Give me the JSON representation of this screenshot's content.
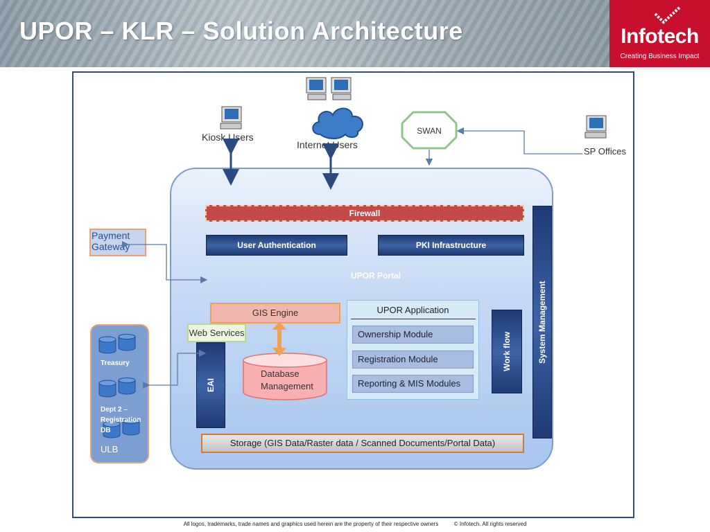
{
  "slide": {
    "title": "UPOR – KLR – Solution Architecture",
    "logo_name": "Infotech",
    "logo_tagline": "Creating Business Impact",
    "footer_left": "All logos, trademarks, trade names and graphics used herein are the property of their respective owners",
    "footer_right": "© Infotech. All rights reserved"
  },
  "diagram": {
    "kiosk_users": "Kiosk Users",
    "internet_users": "Internet Users",
    "swan": "SWAN",
    "sp_offices": "SP Offices",
    "firewall": "Firewall",
    "user_auth": "User Authentication",
    "pki": "PKI Infrastructure",
    "portal": "UPOR Portal",
    "payment_gateway": "Payment Gateway",
    "gis_engine": "GIS Engine",
    "web_services": "Web Services",
    "database_mgmt": "Database Management",
    "eai": "EAI",
    "upor_application": "UPOR Application",
    "modules": [
      "Ownership Module",
      "Registration Module",
      "Reporting & MIS Modules"
    ],
    "workflow": "Work flow",
    "system_mgmt": "System Management",
    "storage": "Storage (GIS Data/Raster data / Scanned Documents/Portal Data)",
    "treasury": "Treasury",
    "dept2": "Dept 2 – Registration DB",
    "ulb": "ULB"
  },
  "colors": {
    "brand_red": "#c8102e",
    "navy": "#1d3a74",
    "portal_blue": "#bcd3f3",
    "firewall_red": "#c44a4a",
    "gis_pink": "#f0b6b0",
    "arrow_orange": "#f0a050"
  }
}
